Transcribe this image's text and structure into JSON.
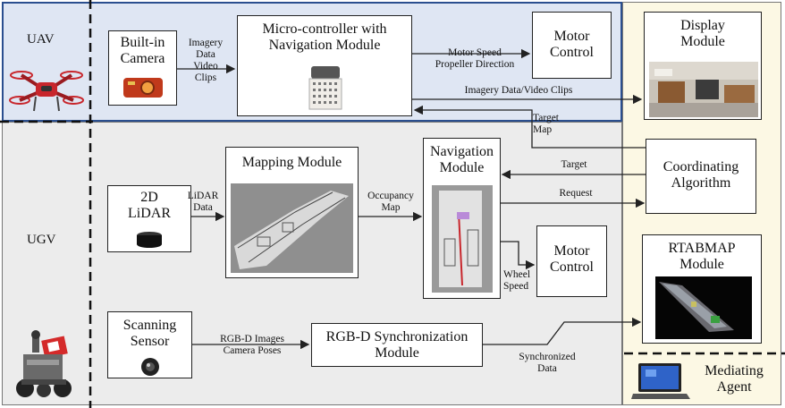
{
  "regions": {
    "uav": "UAV",
    "ugv": "UGV",
    "mediator": "Mediating\nAgent"
  },
  "boxes": {
    "builtin_camera": "Built-in\nCamera",
    "microcontroller": "Micro-controller with\nNavigation Module",
    "motor_control_uav": "Motor\nControl",
    "display_module": "Display\nModule",
    "coordinating_algorithm": "Coordinating\nAlgorithm",
    "rtabmap_module": "RTABMAP\nModule",
    "lidar": "2D\nLiDAR",
    "mapping_module": "Mapping Module",
    "navigation_module": "Navigation\nModule",
    "motor_control_ugv": "Motor\nControl",
    "scanning_sensor": "Scanning\nSensor",
    "rgbd_sync": "RGB-D Synchronization\nModule"
  },
  "edge_labels": {
    "imagery_data_video_clips_1": "Imagery\nData\nVideo\nClips",
    "motor_speed_propeller": "Motor Speed\nPropeller Direction",
    "imagery_video_to_display": "Imagery Data/Video Clips",
    "target_map": "Target\nMap",
    "target": "Target",
    "request": "Request",
    "lidar_data": "LiDAR\nData",
    "occupancy_map": "Occupancy\nMap",
    "wheel_speed": "Wheel\nSpeed",
    "rgbd_images_camera_poses": "RGB-D Images\nCamera Poses",
    "synchronized_data": "Synchronized\nData"
  },
  "colors": {
    "uav_bg": "#dfe6f3",
    "uav_border": "#2b4f8f",
    "ugv_bg": "#ececec",
    "mediator_bg": "#fcf8e4",
    "drone_red": "#c8262c"
  },
  "icons": [
    "drone-icon",
    "camera-icon",
    "controller-board-icon",
    "lidar-icon",
    "scanning-sensor-icon",
    "ground-robot-icon",
    "laptop-icon"
  ]
}
